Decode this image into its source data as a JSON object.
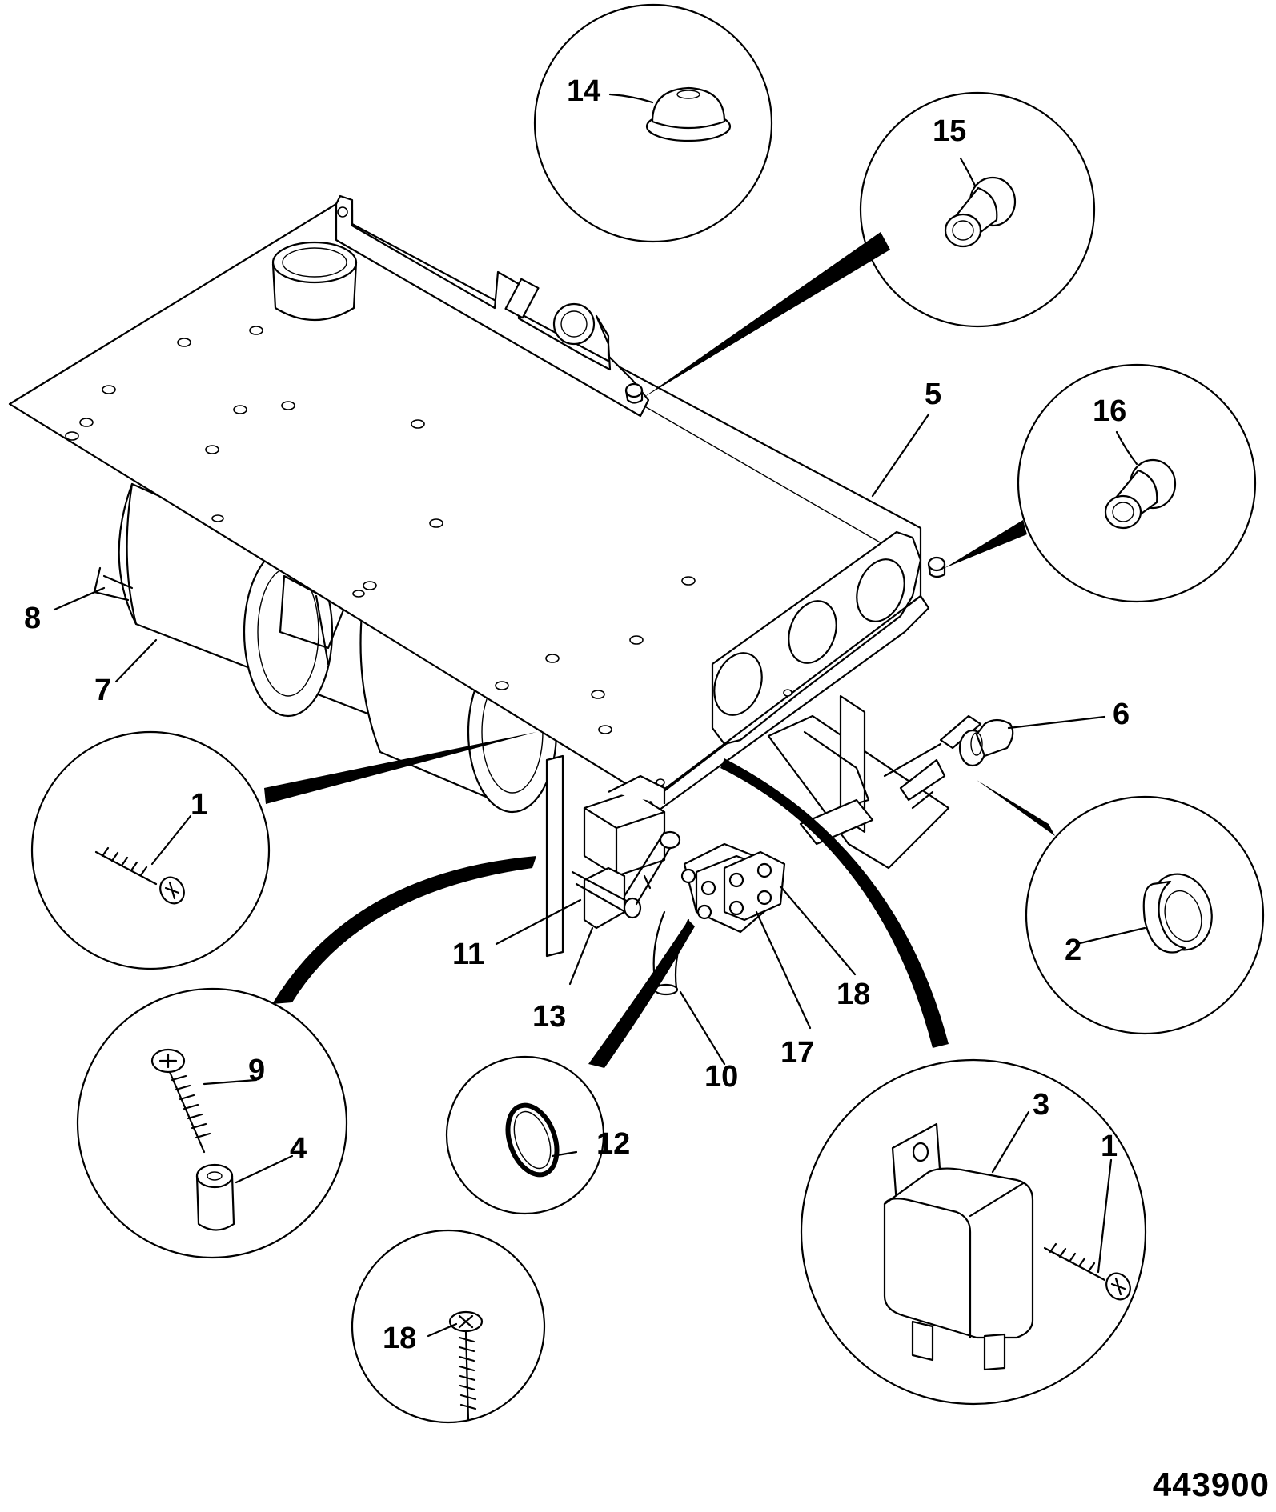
{
  "drawing_number": "443900",
  "callouts": {
    "c1a": "1",
    "c1b": "1",
    "c2": "2",
    "c3": "3",
    "c4": "4",
    "c5": "5",
    "c6": "6",
    "c7": "7",
    "c8": "8",
    "c9": "9",
    "c10": "10",
    "c11": "11",
    "c12": "12",
    "c13": "13",
    "c14": "14",
    "c15": "15",
    "c16": "16",
    "c17": "17",
    "c18a": "18",
    "c18b": "18"
  }
}
